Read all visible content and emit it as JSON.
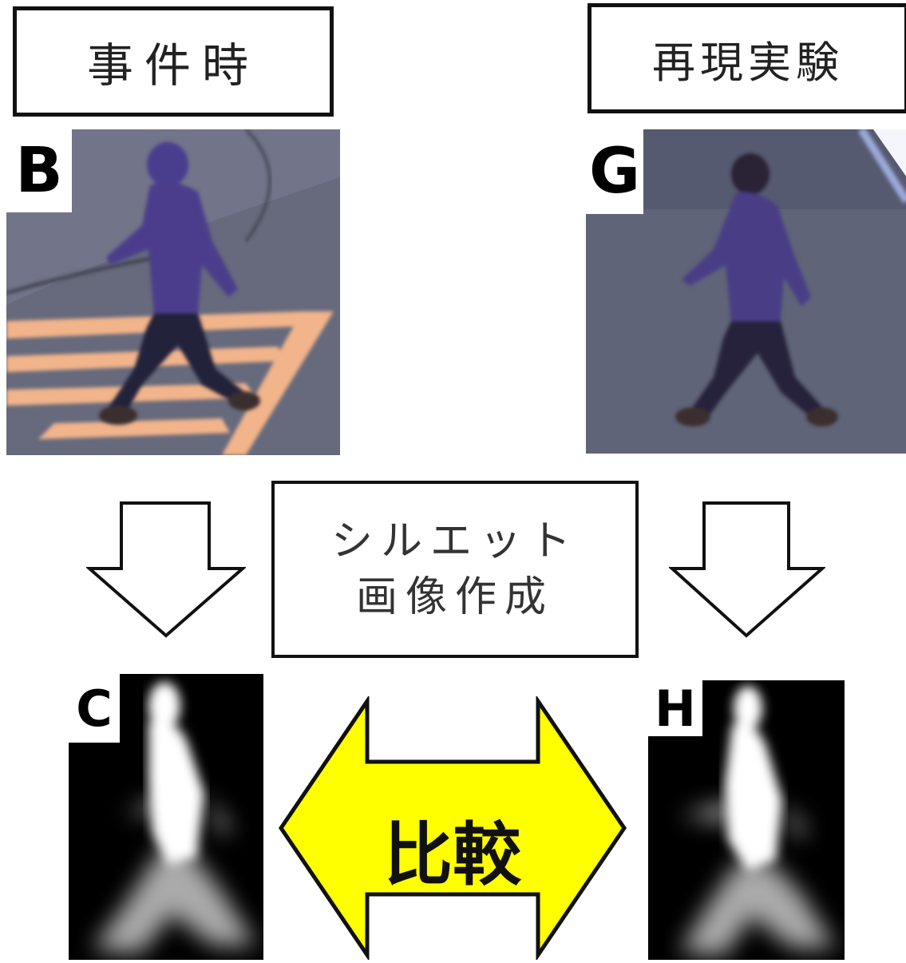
{
  "left_header": "事件時",
  "right_header": "再現実験",
  "process_label_line1": "シルエット",
  "process_label_line2": "画像作成",
  "compare_label": "比較",
  "panels": {
    "incident_photo": "B",
    "incident_silhouette": "C",
    "experiment_photo": "G",
    "experiment_silhouette": "H"
  },
  "colors": {
    "compare_arrow_fill": "#ffff00",
    "jacket": "#4b3c8a",
    "road": "#5e6175",
    "stripe": "#f0b080"
  }
}
